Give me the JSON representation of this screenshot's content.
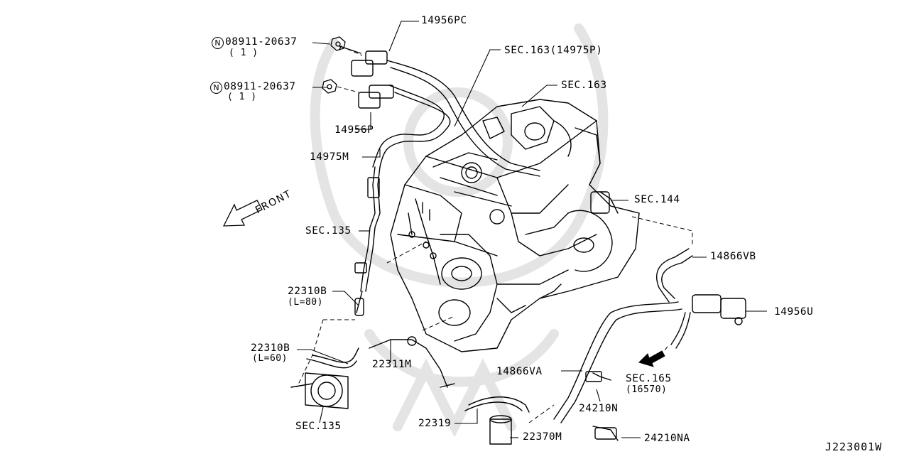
{
  "labels": {
    "p14956pc": "14956PC",
    "nut1_part": "08911-20637",
    "nut1_qty": "( 1 )",
    "nut2_part": "08911-20637",
    "nut2_qty": "( 1 )",
    "nut_badge": "N",
    "p14956p": "14956P",
    "sec163_14975p": "SEC.163(14975P)",
    "sec163": "SEC.163",
    "p14975m": "14975M",
    "sec144": "SEC.144",
    "front": "FRONT",
    "sec135_a": "SEC.135",
    "p14866vb": "14866VB",
    "p22310b_80": "22310B",
    "p22310b_80_len": "(L=80)",
    "p14956u": "14956U",
    "p22310b_60": "22310B",
    "p22310b_60_len": "(L=60)",
    "p22311m": "22311M",
    "sec165": "SEC.165",
    "sec165_sub": "(16570)",
    "p14866va": "14866VA",
    "p24210n": "24210N",
    "sec135_b": "SEC.135",
    "p22319": "22319",
    "p22370m": "22370M",
    "p24210na": "24210NA"
  },
  "diagram_code": "J223001W",
  "colors": {
    "line": "#000000",
    "watermark": "#e6e6e6",
    "background": "#ffffff"
  }
}
